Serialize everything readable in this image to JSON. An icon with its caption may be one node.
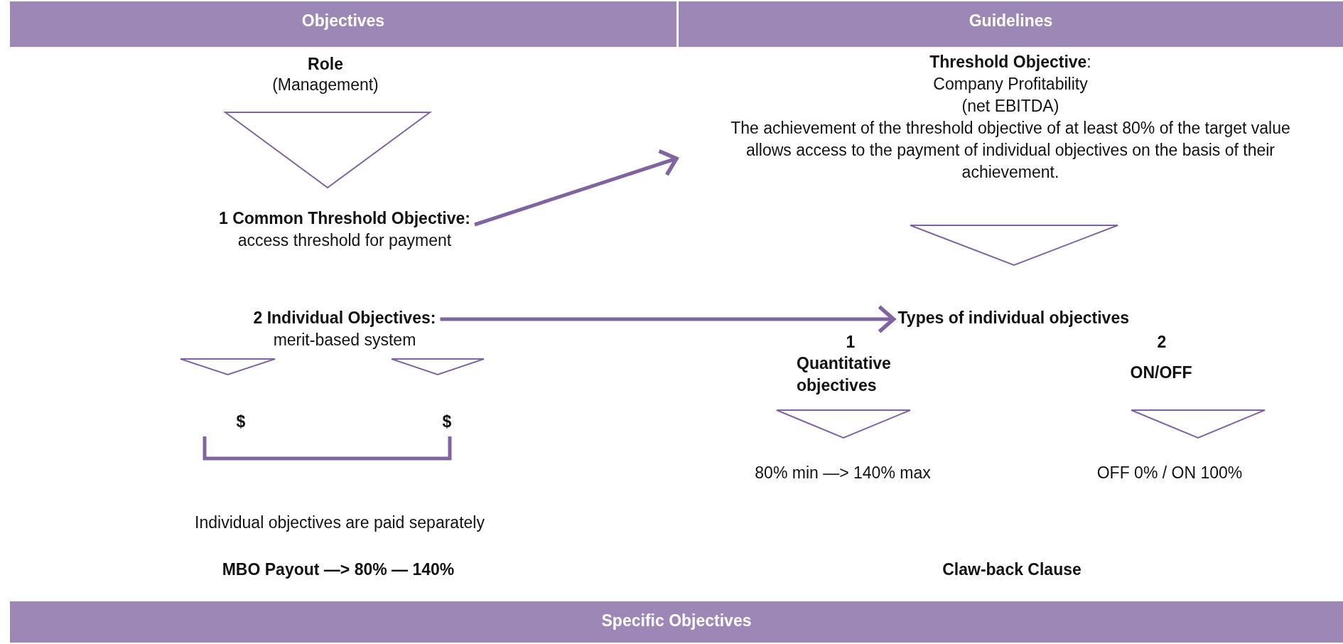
{
  "diagram": {
    "nodes": [
      {
        "text": [
          "Objectives"
        ]
      },
      {
        "text": [
          "Guidelines"
        ]
      },
      {
        "text": [],
        "shape": "triangle"
      },
      {
        "text": [
          "1 Common Threshold Objective:",
          "access threshold for payment"
        ]
      },
      {
        "text": [
          "2 Individual Objectives:",
          "merit-based system"
        ]
      },
      {
        "text": [],
        "shape": "triangle"
      },
      {
        "text": [],
        "shape": "triangle"
      },
      {
        "text": [
          "**Threshold Objective**:",
          "Company Profitability",
          "(net EBITDA)",
          "The achievement of the threshold objective of at least 80% of the target value allows access to the payment of individual objectives on the basis of their achievement."
        ]
      },
      {
        "text": [],
        "shape": "triangle"
      },
      {
        "text": [
          "Types of individual objectives"
        ]
      },
      {
        "text": [],
        "shape": "triangle"
      },
      {
        "text": [],
        "shape": "triangle"
      },
      {
        "text": [
          "Specific Objectives"
        ]
      }
    ],
    "edges": [
      {
        "from": 3,
        "to": 7,
        "arrow": "to"
      },
      {
        "from": 4,
        "to": 9,
        "arrow": "to"
      }
    ],
    "labels": [
      "Role",
      "(Management)",
      "$",
      "$",
      "1",
      "2",
      "Quantitative objectives",
      "ON/OFF",
      "80% min —> 140% max",
      "OFF 0% / ON 100%",
      "Individual objectives are paid separately",
      "MBO Payout —> 80% — 140%",
      "Claw-back Clause"
    ]
  }
}
